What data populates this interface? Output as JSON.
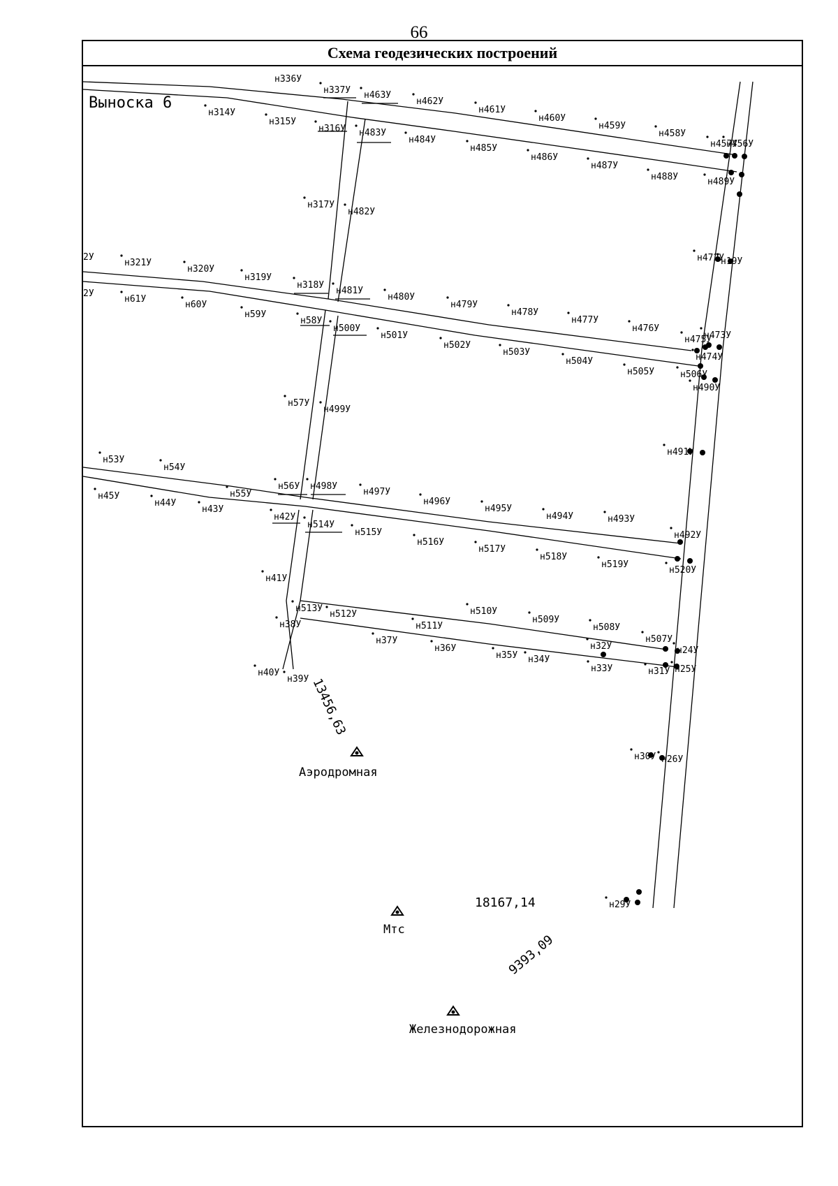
{
  "page_number": "66",
  "title": "Схема геодезических построений",
  "callout": "Выноска 6",
  "partial_labels": [
    "н336У",
    "2У",
    "2У"
  ],
  "distances": [
    "13456,63",
    "18167,14",
    "9393,09"
  ],
  "reference_points": [
    {
      "name": "Аэродромная",
      "icon": "triangle-survey-icon"
    },
    {
      "name": "Мтс",
      "icon": "triangle-survey-icon"
    },
    {
      "name": "Железнодорожная",
      "icon": "triangle-survey-icon"
    }
  ],
  "point_labels": [
    "н314У",
    "н315У",
    "н316У",
    "н337У",
    "н463У",
    "н483У",
    "н462У",
    "н461У",
    "н460У",
    "н459У",
    "н458У",
    "н457У",
    "н456У",
    "н484У",
    "н485У",
    "н486У",
    "н487У",
    "н488У",
    "н489У",
    "н317У",
    "н482У",
    "н321У",
    "н320У",
    "н319У",
    "н318У",
    "н481У",
    "н61У",
    "н60У",
    "н59У",
    "н58У",
    "н500У",
    "н480У",
    "н479У",
    "н478У",
    "н477У",
    "н476У",
    "н475У",
    "н473У",
    "н474У",
    "н501У",
    "н502У",
    "н503У",
    "н504У",
    "н505У",
    "н506У",
    "н490У",
    "н472У",
    "н19У",
    "н57У",
    "н499У",
    "н491У",
    "н53У",
    "н54У",
    "н45У",
    "н44У",
    "н43У",
    "н55У",
    "н56У",
    "н498У",
    "н42У",
    "н514У",
    "н497У",
    "н496У",
    "н495У",
    "н494У",
    "н493У",
    "н492У",
    "н515У",
    "н516У",
    "н517У",
    "н518У",
    "н519У",
    "н520У",
    "н41У",
    "н513У",
    "н512У",
    "н511У",
    "н510У",
    "н509У",
    "н508У",
    "н507У",
    "н38У",
    "н37У",
    "н36У",
    "н35У",
    "н34У",
    "н32У",
    "н33У",
    "н31У",
    "н24У",
    "н25У",
    "н40У",
    "н39У",
    "н30У",
    "н26У",
    "н29У"
  ]
}
